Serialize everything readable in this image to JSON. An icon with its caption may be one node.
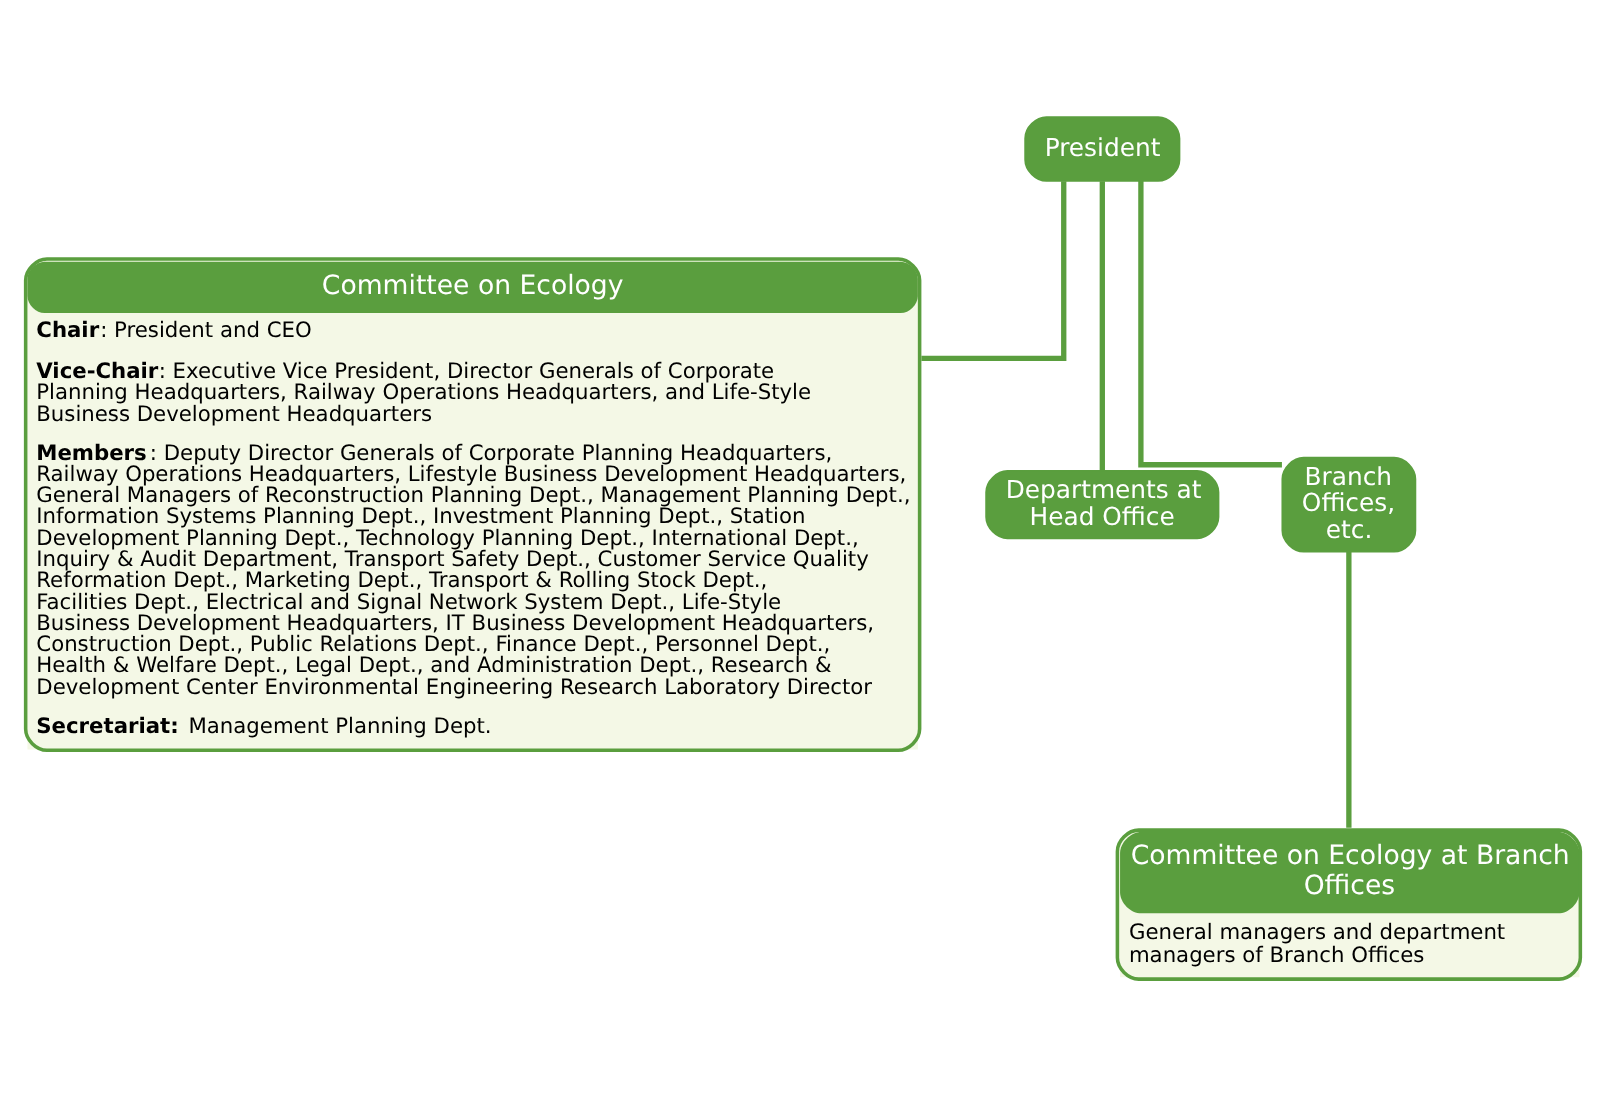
{
  "diagram": {
    "nodes": [
      {
        "text": [
          "President"
        ]
      },
      {
        "text": [
          "Committee on Ecology",
          "**Chair**: President and CEO",
          "**Vice-Chair**: Executive Vice President, Director Generals of Corporate Planning Headquarters, Railway Operations Headquarters, and Life-Style Business Development Headquarters",
          "**Members**: Deputy Director Generals of Corporate Planning Headquarters, Railway Operations Headquarters, Lifestyle Business Development Headquarters, General Managers of Reconstruction Planning Dept., Management Planning Dept., Information Systems Planning Dept., Investment Planning Dept., Station Development Planning Dept., Technology Planning Dept., International Dept., Inquiry & Audit Department, Transport Safety Dept., Customer Service Quality Reformation Dept., Marketing Dept., Transport & Rolling Stock Dept., Facilities Dept., Electrical and Signal Network System Dept., Life-Style Business Development Headquarters, IT Business Development Headquarters, Construction Dept., Public Relations Dept., Finance Dept., Personnel Dept., Health & Welfare Dept., Legal Dept., and Administration Dept., Research & Development Center Environmental Engineering Research Laboratory Director",
          "**Secretariat:** Management Planning Dept."
        ]
      },
      {
        "text": [
          "Departments at Head Office"
        ]
      },
      {
        "text": [
          "Branch Offices, etc."
        ]
      },
      {
        "text": [
          "Committee on Ecology at Branch Offices",
          "General managers and department managers of Branch Offices"
        ]
      }
    ],
    "edges": [
      {
        "from": 0,
        "to": 1,
        "arrow": "none"
      },
      {
        "from": 0,
        "to": 2,
        "arrow": "none"
      },
      {
        "from": 0,
        "to": 3,
        "arrow": "none"
      },
      {
        "from": 3,
        "to": 4,
        "arrow": "none"
      }
    ]
  }
}
